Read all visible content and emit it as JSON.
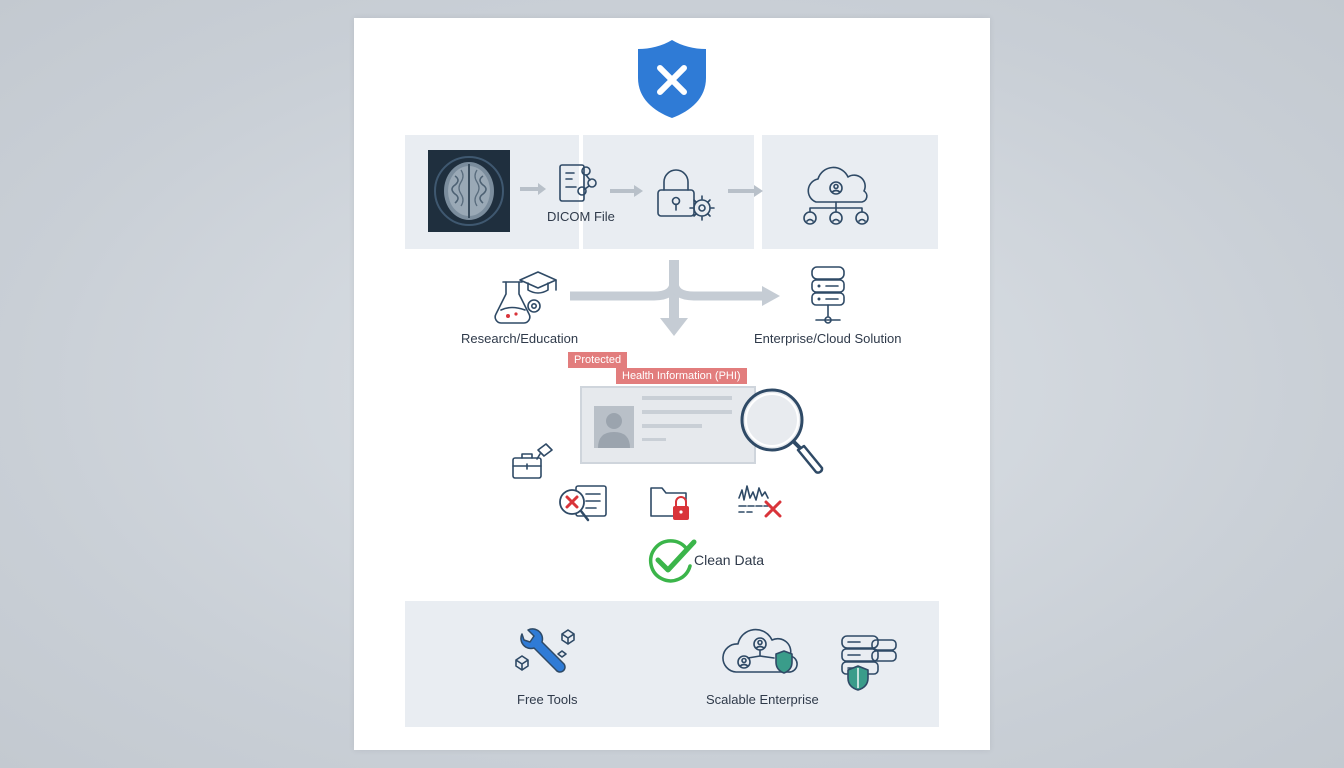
{
  "diagram": {
    "top_row": {
      "dicom_label": "DICOM File"
    },
    "branches": {
      "research_label": "Research/Education",
      "enterprise_label": "Enterprise/Cloud Solution"
    },
    "phi": {
      "tag_protected": "Protected",
      "tag_health": "Health Information (PHI)"
    },
    "result": {
      "clean_label": "Clean Data"
    },
    "bottom": {
      "free_tools_label": "Free Tools",
      "scalable_label": "Scalable Enterprise"
    },
    "colors": {
      "accent_blue": "#2f7bd6",
      "icon_navy": "#2f4a66",
      "alert_red": "#d9343a",
      "ok_green": "#3bb54a",
      "tag_red": "#e27d7d",
      "panel_gray": "#e9edf2",
      "arrow_gray": "#c5ccd4"
    }
  }
}
